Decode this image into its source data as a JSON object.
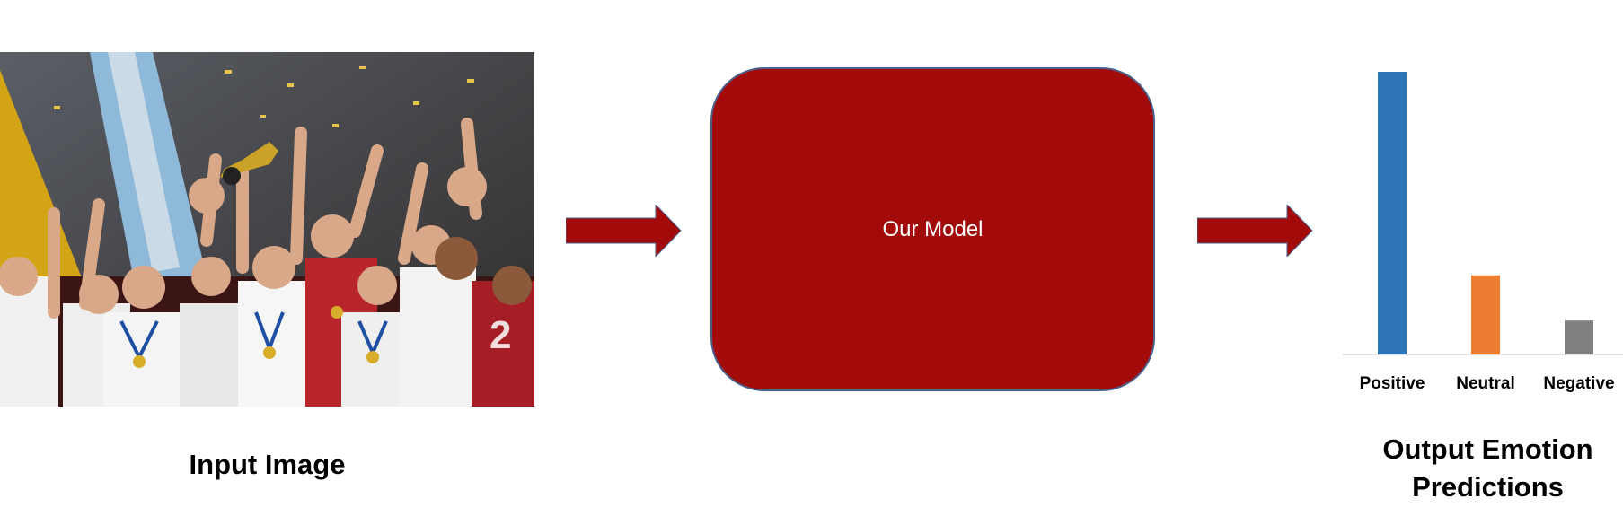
{
  "input": {
    "caption": "Input Image"
  },
  "model": {
    "label": "Our Model",
    "color": "#a30a0a"
  },
  "arrow_color": "#a30a0a",
  "output": {
    "caption_line1": "Output Emotion",
    "caption_line2": "Predictions"
  },
  "chart_data": {
    "type": "bar",
    "categories": [
      "Positive",
      "Neutral",
      "Negative"
    ],
    "values": [
      1.0,
      0.28,
      0.12
    ],
    "colors": [
      "#2e75b6",
      "#ed7d31",
      "#7f7f7f"
    ],
    "ylim": [
      0,
      1.0
    ],
    "grid": false,
    "legend": "none",
    "title": "",
    "xlabel": "",
    "ylabel": ""
  }
}
